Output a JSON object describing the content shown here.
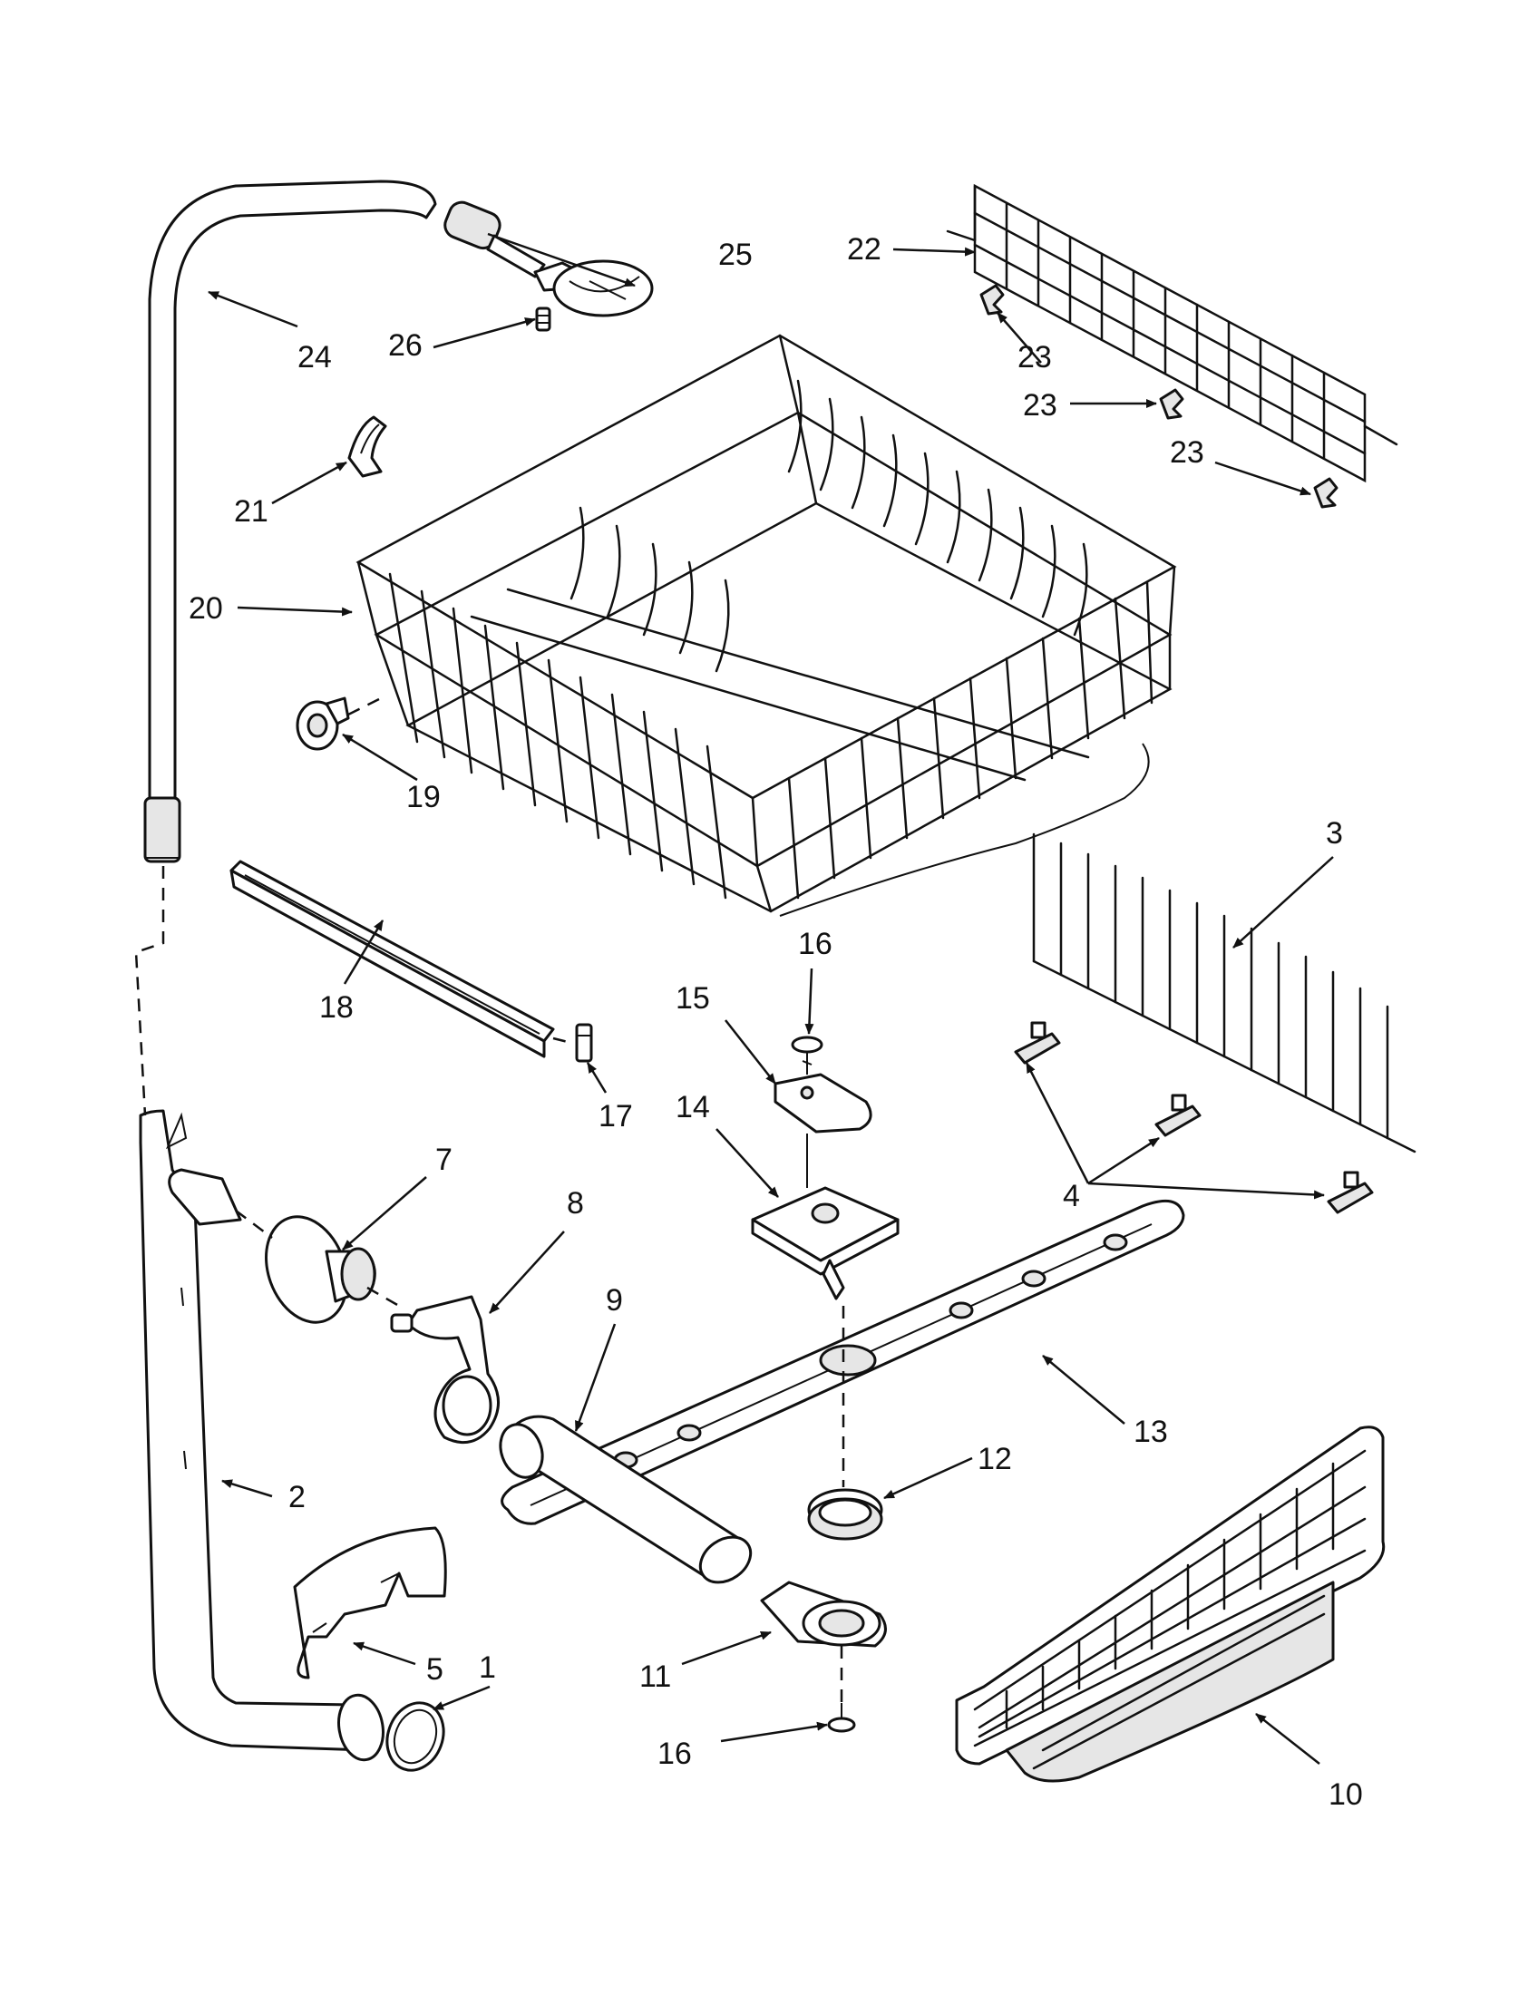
{
  "callouts": [
    {
      "id": "c1",
      "text": "1"
    },
    {
      "id": "c2",
      "text": "2"
    },
    {
      "id": "c3",
      "text": "3"
    },
    {
      "id": "c4",
      "text": "4"
    },
    {
      "id": "c5",
      "text": "5"
    },
    {
      "id": "c7",
      "text": "7"
    },
    {
      "id": "c8",
      "text": "8"
    },
    {
      "id": "c9",
      "text": "9"
    },
    {
      "id": "c10",
      "text": "10"
    },
    {
      "id": "c11",
      "text": "11"
    },
    {
      "id": "c12",
      "text": "12"
    },
    {
      "id": "c13",
      "text": "13"
    },
    {
      "id": "c14",
      "text": "14"
    },
    {
      "id": "c15",
      "text": "15"
    },
    {
      "id": "c16a",
      "text": "16"
    },
    {
      "id": "c16b",
      "text": "16"
    },
    {
      "id": "c17",
      "text": "17"
    },
    {
      "id": "c18",
      "text": "18"
    },
    {
      "id": "c19",
      "text": "19"
    },
    {
      "id": "c20",
      "text": "20"
    },
    {
      "id": "c21",
      "text": "21"
    },
    {
      "id": "c22",
      "text": "22"
    },
    {
      "id": "c23a",
      "text": "23"
    },
    {
      "id": "c23b",
      "text": "23"
    },
    {
      "id": "c23c",
      "text": "23"
    },
    {
      "id": "c24",
      "text": "24"
    },
    {
      "id": "c25",
      "text": "25"
    },
    {
      "id": "c26",
      "text": "26"
    }
  ]
}
